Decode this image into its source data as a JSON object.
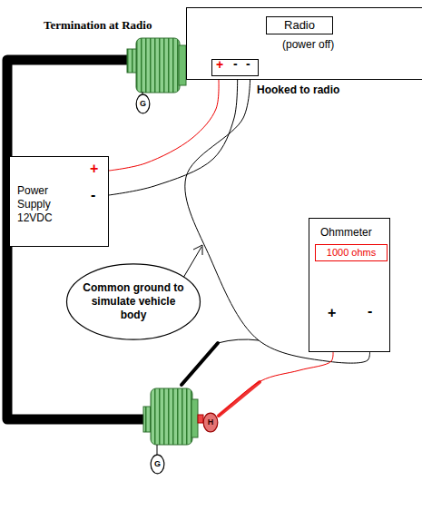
{
  "diagram": {
    "nodes": [
      {
        "text": [
          "(power off)"
        ]
      },
      {
        "text": [
          "Radio"
        ],
        "in": 0
      },
      {
        "text": [
          "+",
          "-",
          "-"
        ],
        "in": 0
      },
      {
        "text": [
          "Power Supply 12VDC",
          "+",
          "-"
        ]
      },
      {
        "text": [
          "Ohmmeter",
          "+",
          "-"
        ]
      },
      {
        "text": [
          "1000 ohms"
        ],
        "in": 4
      },
      {
        "text": [
          "Common ground to simulate vehicle body"
        ]
      },
      {
        "text": [
          "G"
        ]
      },
      {
        "text": [
          "G"
        ]
      },
      {
        "text": [
          "H"
        ]
      }
    ],
    "edges": [
      {
        "from": 2,
        "to": 3,
        "arrow": "none"
      },
      {
        "from": 2,
        "to": 3,
        "arrow": "none"
      },
      {
        "from": 2,
        "to": 4,
        "arrow": "none"
      },
      {
        "from": 4,
        "to": 9,
        "arrow": "none"
      }
    ],
    "labels": [
      "Termination at Radio",
      "Hooked to radio"
    ]
  }
}
